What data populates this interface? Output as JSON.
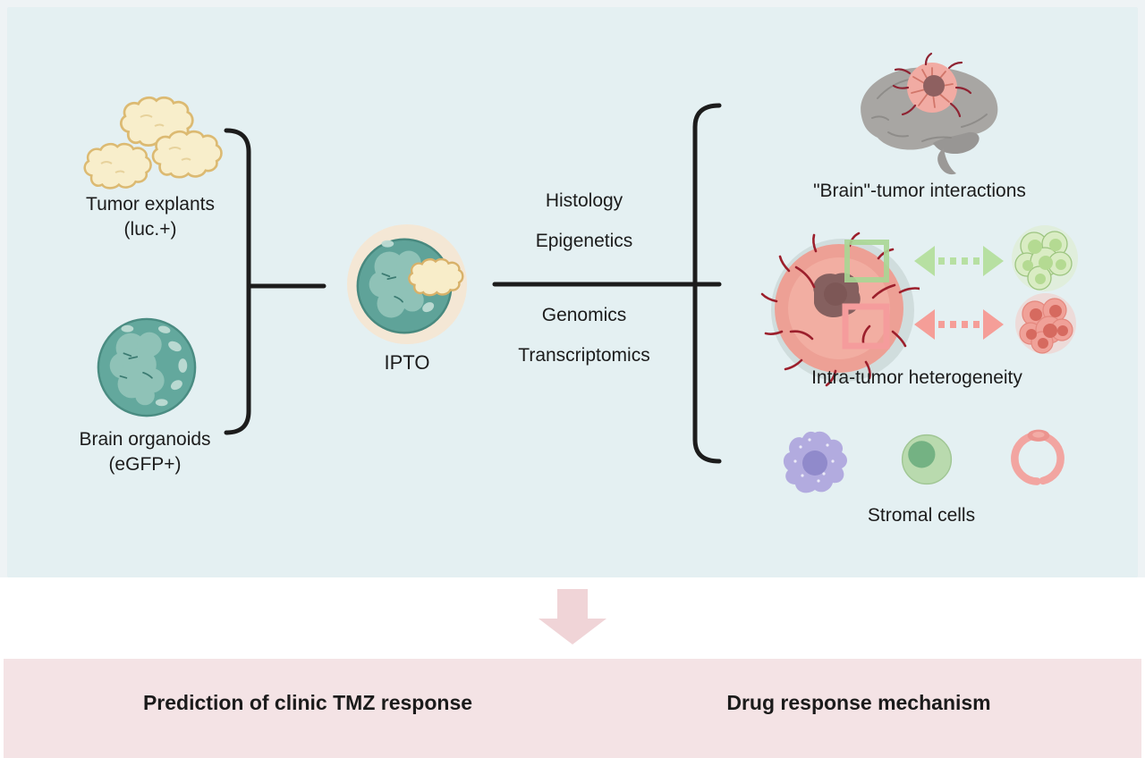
{
  "figure": {
    "inputs": {
      "tumor_explants": {
        "line1": "Tumor explants",
        "line2": "(luc.+)"
      },
      "brain_organoids": {
        "line1": "Brain organoids",
        "line2": "(eGFP+)"
      }
    },
    "center": {
      "ipto_label": "IPTO",
      "analyses_above": [
        "Histology",
        "Epigenetics"
      ],
      "analyses_below": [
        "Genomics",
        "Transcriptomics"
      ]
    },
    "outputs": {
      "brain_tumor_label": "\"Brain\"-tumor interactions",
      "heterogeneity_label": "Intra-tumor heterogeneity",
      "stromal_label": "Stromal cells"
    }
  },
  "banner": {
    "left_label": "Prediction of clinic TMZ response",
    "right_label": "Drug response mechanism"
  },
  "icons": {
    "tumor_explants": "yellow-cloud-cluster-icon",
    "brain_organoid": "teal-organoid-icon",
    "ipto": "dish-organoid-tumor-icon",
    "brain_tumor": "brain-with-tumor-icon",
    "tumor_heterogeneity": "tumor-with-sample-squares-icon",
    "green_double_arrow": "green-dashed-double-arrow-icon",
    "pink_double_arrow": "pink-dashed-double-arrow-icon",
    "green_cell_cluster": "green-cell-cluster-icon",
    "pink_cell_cluster": "pink-cell-cluster-icon",
    "microglia": "purple-immune-cell-icon",
    "astrocyte": "green-cell-icon",
    "vessel": "pink-vessel-ring-icon",
    "down_arrow": "pink-down-arrow-icon"
  },
  "colors": {
    "panel_bg": "#e4f0f2",
    "outer_bg": "#eef3f5",
    "banner_bg": "#f4e3e5",
    "arrow_pink": "#f0d4d7",
    "line_black": "#1c1c1c",
    "explant_fill": "#f8eecb",
    "explant_stroke": "#dcba72",
    "organoid_teal": "#63a89d",
    "plate_cream": "#f4e7d5",
    "tumor_salmon": "#eda095",
    "vessel_red": "#9c1f2c",
    "green_accent": "#b7e0a2",
    "pink_accent": "#f59e98",
    "purple_cell": "#b2abdf",
    "green_cell": "#b9daae",
    "ring_pink": "#f2a5a1"
  }
}
